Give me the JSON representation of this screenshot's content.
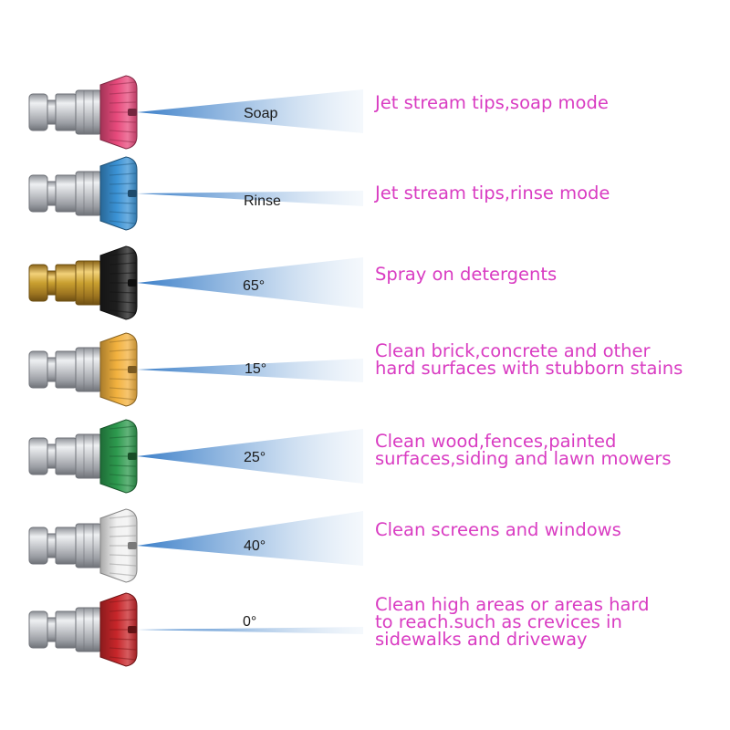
{
  "colors": {
    "description_text": "#d93cc2",
    "spray_fan": "#3a7ec8",
    "steel": "#c9cbcf",
    "brass": "#c9a030"
  },
  "tips": [
    {
      "spray_label": "Soap",
      "tip_color": "#e84a7c",
      "connector": "steel",
      "description_lines": [
        "Jet stream tips,soap mode"
      ]
    },
    {
      "spray_label": "Rinse",
      "tip_color": "#3b93d6",
      "connector": "steel",
      "description_lines": [
        "Jet stream tips,rinse mode"
      ]
    },
    {
      "spray_label": "65°",
      "tip_color": "#1e1e1e",
      "connector": "brass",
      "description_lines": [
        "Spray on detergents"
      ]
    },
    {
      "spray_label": "15°",
      "tip_color": "#f3b23f",
      "connector": "steel",
      "description_lines": [
        "Clean brick,concrete and other",
        "hard surfaces with stubborn stains"
      ]
    },
    {
      "spray_label": "25°",
      "tip_color": "#2d9a4e",
      "connector": "steel",
      "description_lines": [
        "Clean wood,fences,painted",
        "surfaces,siding and lawn mowers"
      ]
    },
    {
      "spray_label": "40°",
      "tip_color": "#f2f2f2",
      "connector": "steel",
      "description_lines": [
        "Clean screens and windows"
      ]
    },
    {
      "spray_label": "0°",
      "tip_color": "#c8262a",
      "connector": "steel",
      "description_lines": [
        "Clean high areas or areas hard",
        "to reach.such as crevices in",
        "sidewalks and driveway"
      ]
    }
  ]
}
